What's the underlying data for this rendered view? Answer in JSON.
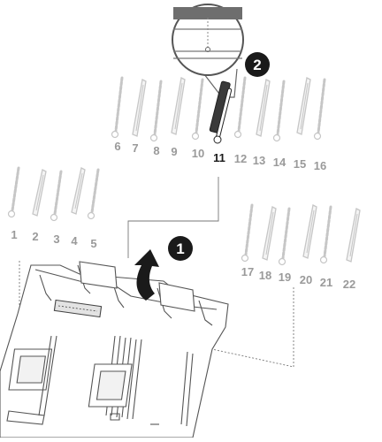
{
  "steps": [
    {
      "label": "1",
      "color": "#1a1a1a"
    },
    {
      "label": "2",
      "color": "#1a1a1a"
    }
  ],
  "callout": {
    "active_number": "11"
  },
  "slot_groups": {
    "group_a": [
      "6",
      "7",
      "8",
      "9",
      "10",
      "11",
      "12",
      "13",
      "14",
      "15",
      "16"
    ],
    "group_b": [
      "1",
      "2",
      "3",
      "4",
      "5"
    ],
    "group_c": [
      "17",
      "18",
      "19",
      "20",
      "21",
      "22"
    ]
  },
  "colors": {
    "inactive_number": "#9a9a9a",
    "active_number": "#1a1a1a",
    "active_module": "#3a3a3a",
    "line_art": "#555555",
    "faded_part": "#c6c6c6"
  },
  "icons": [
    "rotate-arrow-icon",
    "magnifier-callout-icon"
  ]
}
